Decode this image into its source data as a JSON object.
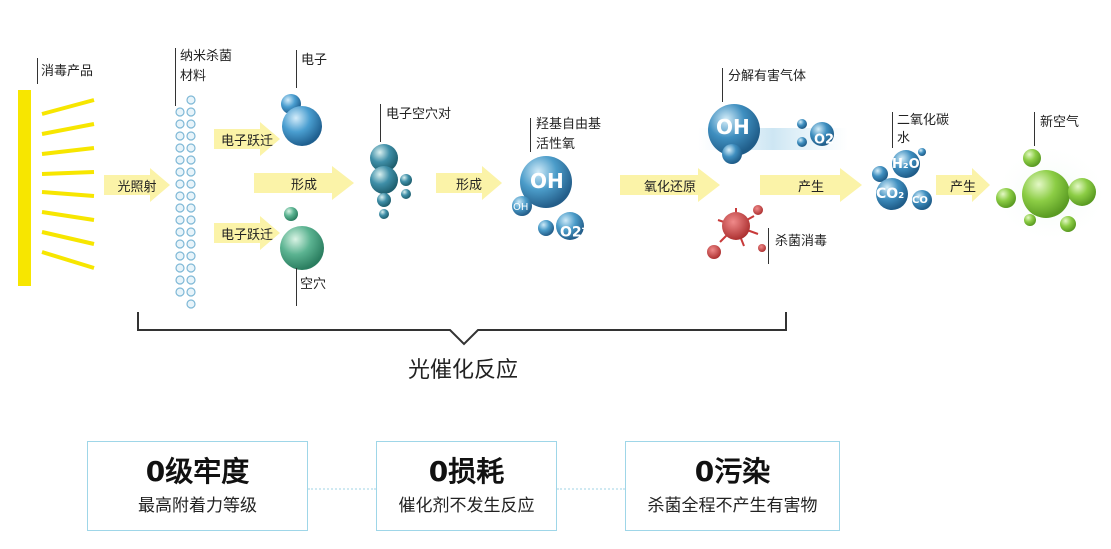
{
  "labels": {
    "disinfect_product": "消毒产品",
    "nano_material_1": "纳米杀菌",
    "nano_material_2": "材料",
    "electron": "电子",
    "hole_pair": "电子空穴对",
    "hydroxyl_1": "羟基自由基",
    "hydroxyl_2": "活性氧",
    "decompose_gas": "分解有害气体",
    "sterilize": "杀菌消毒",
    "co2_water_1": "二氧化碳",
    "co2_water_2": "水",
    "fresh_air": "新空气",
    "hole": "空穴"
  },
  "arrows": {
    "light": "光照射",
    "jump_top": "电子跃迁",
    "jump_bottom": "电子跃迁",
    "form_1": "形成",
    "form_2": "形成",
    "redox": "氧化还原",
    "produce_1": "产生",
    "produce_2": "产生"
  },
  "molecules": {
    "oh": "OH",
    "oh_small": "OH",
    "o2": "O2",
    "o2_sup": "-",
    "h2o": "H₂O",
    "co2": "CO₂",
    "co": "CO"
  },
  "brace_label": "光催化反应",
  "features": [
    {
      "title": "0级牢度",
      "subtitle": "最高附着力等级"
    },
    {
      "title": "0损耗",
      "subtitle": "催化剂不发生反应"
    },
    {
      "title": "0污染",
      "subtitle": "杀菌全程不产生有害物"
    }
  ],
  "colors": {
    "yellow": "#f7e600",
    "arrow_fill": "#fbf3a8",
    "blue_mol": "#3d8fbf",
    "green_mol": "#5fb86a",
    "virus": "#c83a3a",
    "box_border": "#9fd6e8"
  }
}
